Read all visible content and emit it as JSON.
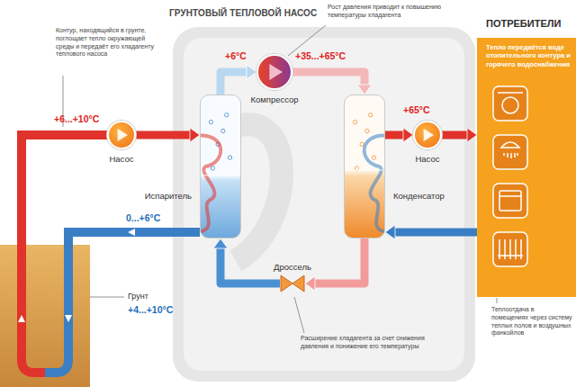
{
  "diagram": {
    "title": "ГРУНТОВЫЙ ТЕПЛОВОЙ НАСОС",
    "nodes": [
      {
        "text": [
          "Насос"
        ]
      },
      {
        "text": [
          "Испаритель"
        ]
      },
      {
        "text": [
          "Компрессор"
        ]
      },
      {
        "text": [
          "Конденсатор"
        ]
      },
      {
        "text": [
          "Дроссель"
        ]
      },
      {
        "text": [
          "Насос"
        ]
      },
      {
        "text": [
          "ПОТРЕБИТЕЛИ",
          "Тепло передаётся воде отопительного контура и горячего водоснабжения"
        ]
      }
    ],
    "edges": [
      {
        "from": 0,
        "to": 1,
        "arrow": "to"
      },
      {
        "from": 1,
        "to": 2,
        "arrow": "to"
      },
      {
        "from": 2,
        "to": 3,
        "arrow": "to"
      },
      {
        "from": 3,
        "to": 4,
        "arrow": "to"
      },
      {
        "from": 4,
        "to": 1,
        "arrow": "to"
      },
      {
        "from": 3,
        "to": 5,
        "arrow": "to"
      },
      {
        "from": 5,
        "to": 6,
        "arrow": "to"
      },
      {
        "from": 6,
        "to": 3,
        "arrow": "to"
      }
    ],
    "labels": [
      "Контур, находящийся в грунте, поглощает тепло окружающей среды и передаёт его хладагенту теплового насоса",
      "Рост давления приводит к повышению температуры хладагента",
      "+6...+10°C",
      "+6°C",
      "+35...+65°C",
      "+65°C",
      "0...+6°C",
      "Грунт",
      "+4...+10°C",
      "Расширение хладагента за счет снижения давления и понижение его температуры",
      "Теплоотдача в помещениях через систему теплых полов и воздушных фанкойлов"
    ]
  }
}
